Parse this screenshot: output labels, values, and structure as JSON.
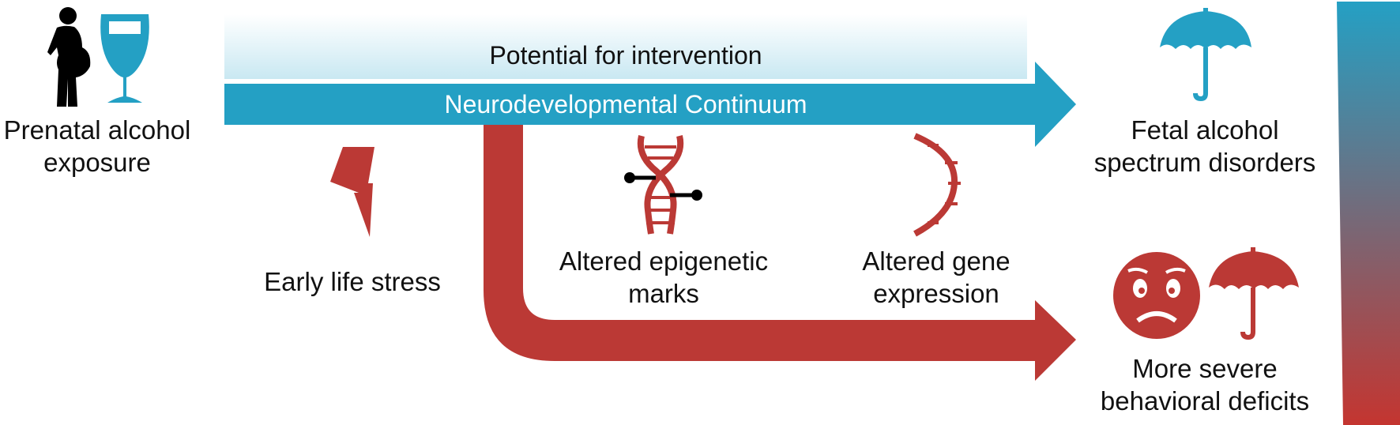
{
  "left_label": {
    "line1": "Prenatal alcohol",
    "line2": "exposure"
  },
  "top_band": "Potential for intervention",
  "main_arrow": "Neurodevelopmental Continuum",
  "stress_label": "Early life stress",
  "epigenetic_label": {
    "line1": "Altered epigenetic",
    "line2": "marks"
  },
  "gene_label": {
    "line1": "Altered gene",
    "line2": "expression"
  },
  "fasd_label": {
    "line1": "Fetal alcohol",
    "line2": "spectrum disorders"
  },
  "severe_label": {
    "line1": "More severe",
    "line2": "behavioral deficits"
  },
  "colors": {
    "teal": "#24a0c4",
    "teal_light": "#d6eef5",
    "red": "#bb3935",
    "black": "#000000"
  },
  "icons": [
    "pregnant-woman-icon",
    "wine-glass-icon",
    "lightning-bolt-icon",
    "dna-methylation-icon",
    "rna-strand-icon",
    "umbrella-icon",
    "sad-face-icon"
  ]
}
